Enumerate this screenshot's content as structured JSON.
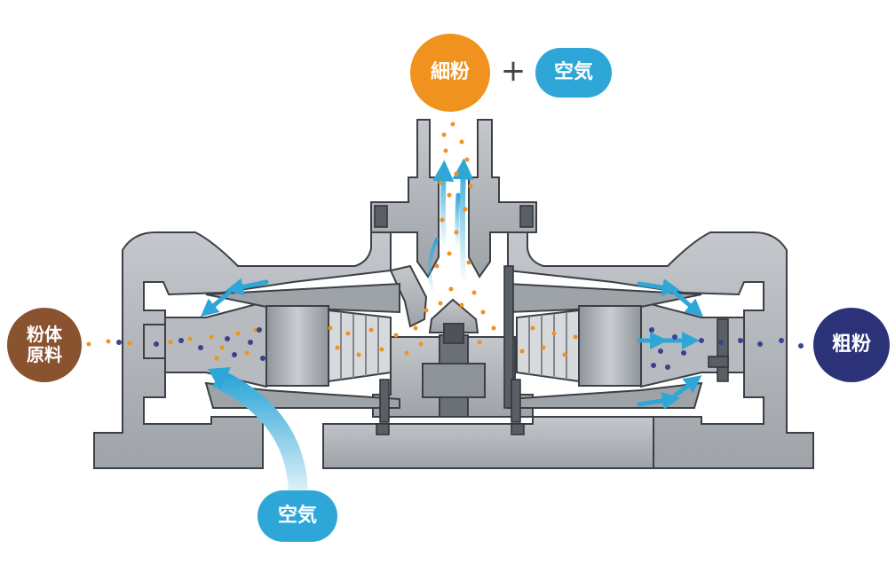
{
  "labels": {
    "fine_powder": "細粉",
    "plus": "+",
    "air_top": "空気",
    "raw_line1": "粉体",
    "raw_line2": "原料",
    "coarse_powder": "粗粉",
    "air_bottom": "空気"
  },
  "colors": {
    "fine": "#f0921e",
    "air": "#2ea7d8",
    "raw": "#8a5330",
    "coarse": "#2b3278",
    "body": "#aeb3b8",
    "body_dark": "#7f858b",
    "outline": "#3c4046",
    "bolt": "#5a5f66",
    "flow": "#5bb8e0"
  }
}
